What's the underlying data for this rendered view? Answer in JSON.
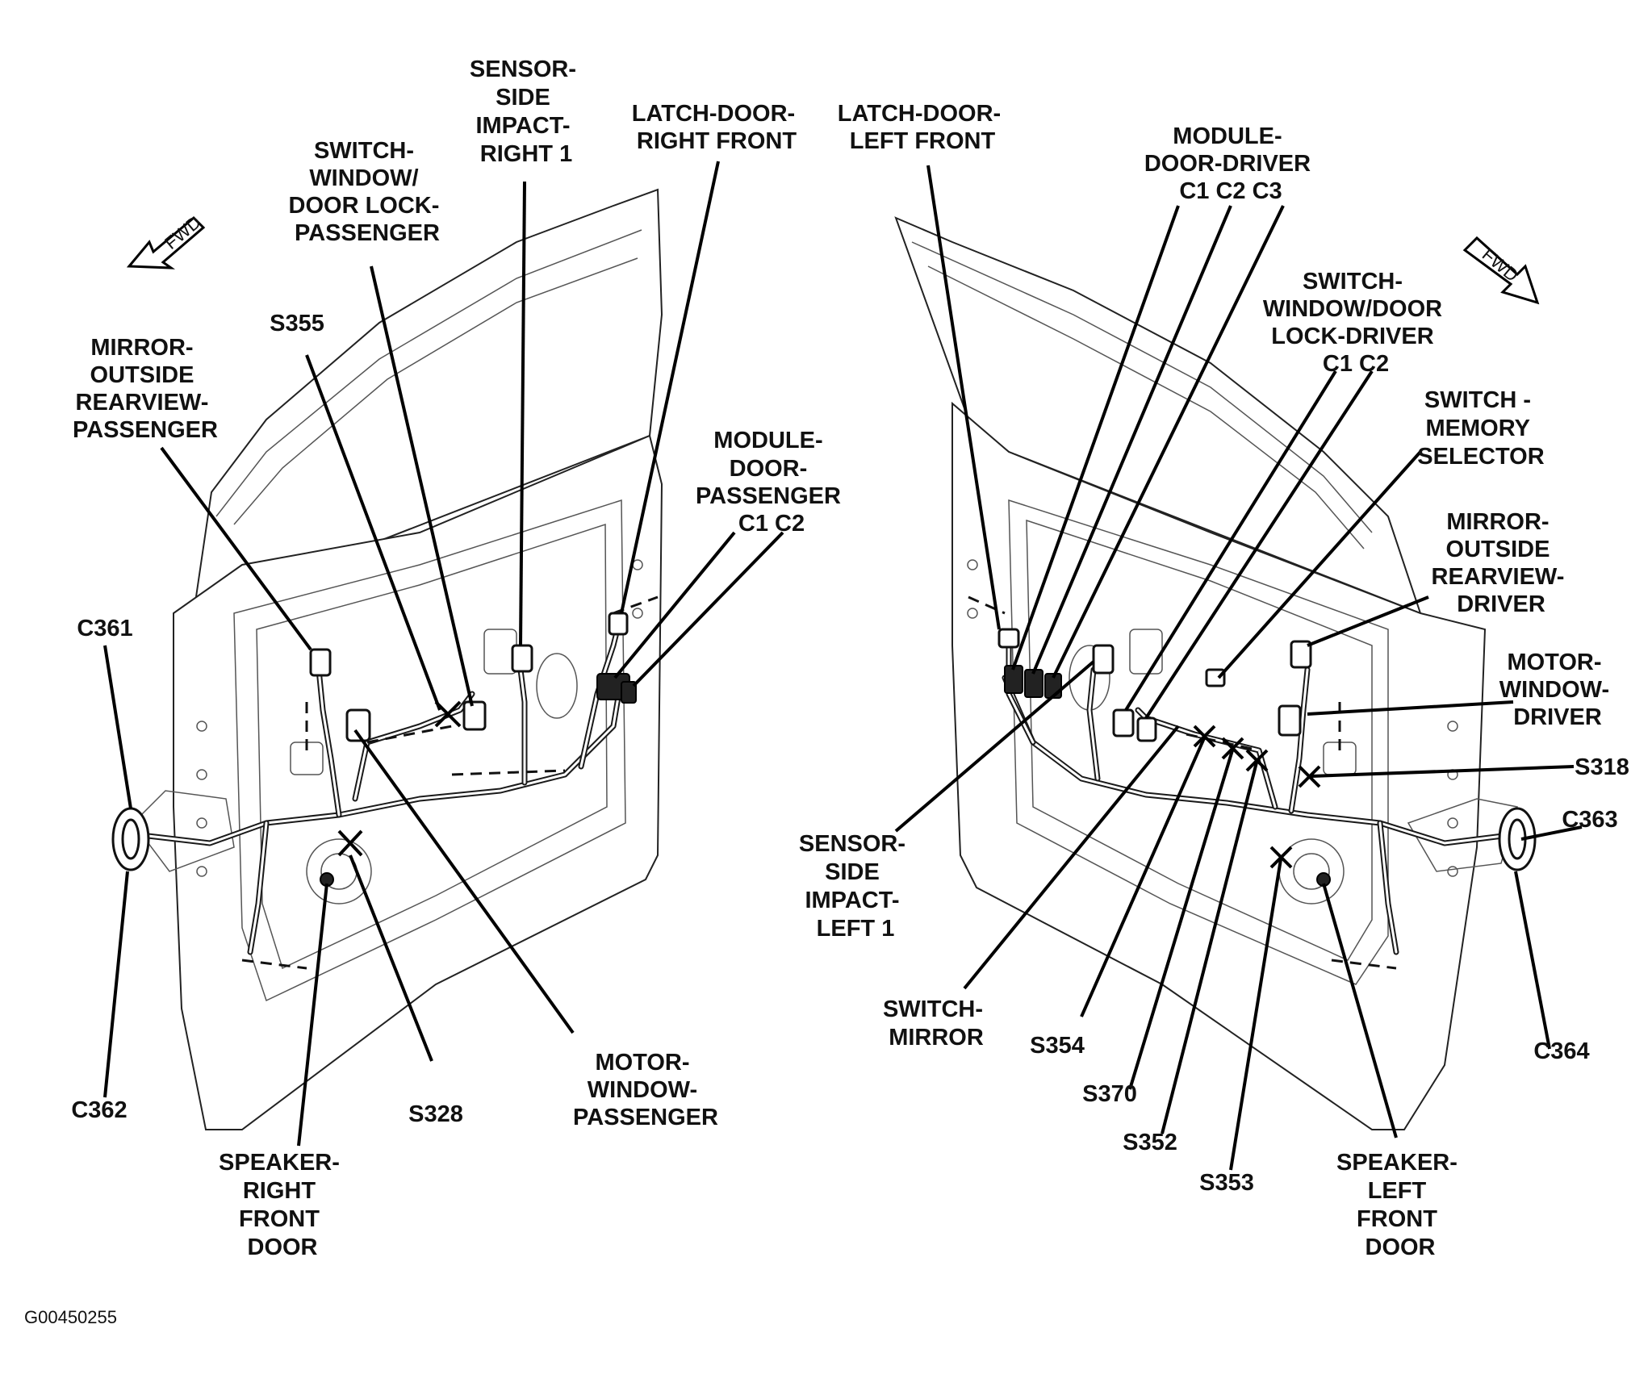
{
  "diagram": {
    "left_labels": {
      "mirror_outside_passenger": [
        "MIRROR-",
        "OUTSIDE",
        "REARVIEW-",
        "PASSENGER"
      ],
      "s355": "S355",
      "switch_window_passenger": [
        "SWITCH-",
        "WINDOW/",
        "DOOR LOCK-",
        "PASSENGER"
      ],
      "sensor_side_impact_right": [
        "SENSOR-",
        "SIDE",
        "IMPACT-",
        "RIGHT 1"
      ],
      "latch_door_right_front": [
        "LATCH-DOOR-",
        "RIGHT FRONT"
      ],
      "module_door_passenger": [
        "MODULE-",
        "DOOR-",
        "PASSENGER",
        "C1   C2"
      ],
      "c361": "C361",
      "c362": "C362",
      "s328": "S328",
      "motor_window_passenger": [
        "MOTOR-",
        "WINDOW-",
        "PASSENGER"
      ],
      "speaker_right_front": [
        "SPEAKER-",
        "RIGHT",
        "FRONT",
        "DOOR"
      ]
    },
    "right_labels": {
      "latch_door_left_front": [
        "LATCH-DOOR-",
        "LEFT FRONT"
      ],
      "module_door_driver": [
        "MODULE-",
        "DOOR-DRIVER",
        "C1   C2   C3"
      ],
      "switch_window_driver": [
        "SWITCH-",
        "WINDOW/DOOR",
        "LOCK-DRIVER",
        "C1   C2"
      ],
      "switch_memory": [
        "SWITCH -",
        "MEMORY",
        "SELECTOR"
      ],
      "mirror_outside_driver": [
        "MIRROR-",
        "OUTSIDE",
        "REARVIEW-",
        "DRIVER"
      ],
      "motor_window_driver": [
        "MOTOR-",
        "WINDOW-",
        "DRIVER"
      ],
      "s318": "S318",
      "c363": "C363",
      "c364": "C364",
      "sensor_side_impact_left": [
        "SENSOR-",
        "SIDE",
        "IMPACT-",
        "LEFT 1"
      ],
      "switch_mirror": [
        "SWITCH-",
        "MIRROR"
      ],
      "s354": "S354",
      "s370": "S370",
      "s352": "S352",
      "s353": "S353",
      "speaker_left_front": [
        "SPEAKER-",
        "LEFT",
        "FRONT",
        "DOOR"
      ]
    },
    "fwd_arrow_left": "FWD",
    "fwd_arrow_right": "FWD",
    "figure_code": "G00450255"
  }
}
